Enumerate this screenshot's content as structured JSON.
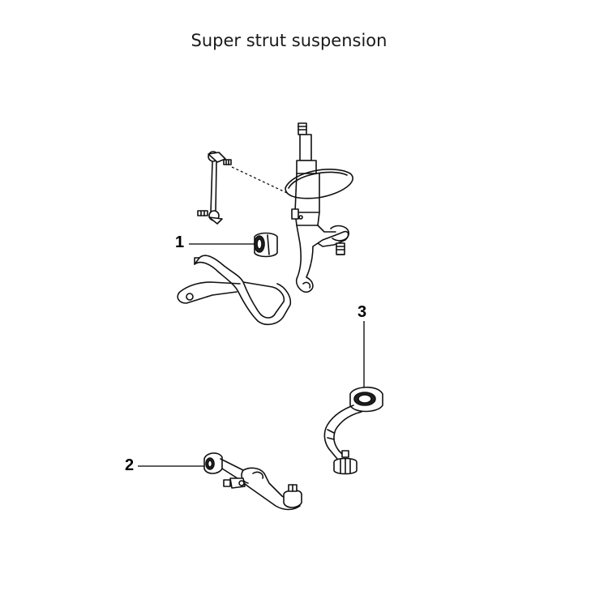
{
  "title": "Super strut suspension",
  "callouts": [
    {
      "label": "1",
      "part": "stabilizer bar bushing"
    },
    {
      "label": "2",
      "part": "lower control arm"
    },
    {
      "label": "3",
      "part": "upper control arm"
    }
  ],
  "colors": {
    "line": "#111111",
    "background": "#ffffff"
  }
}
